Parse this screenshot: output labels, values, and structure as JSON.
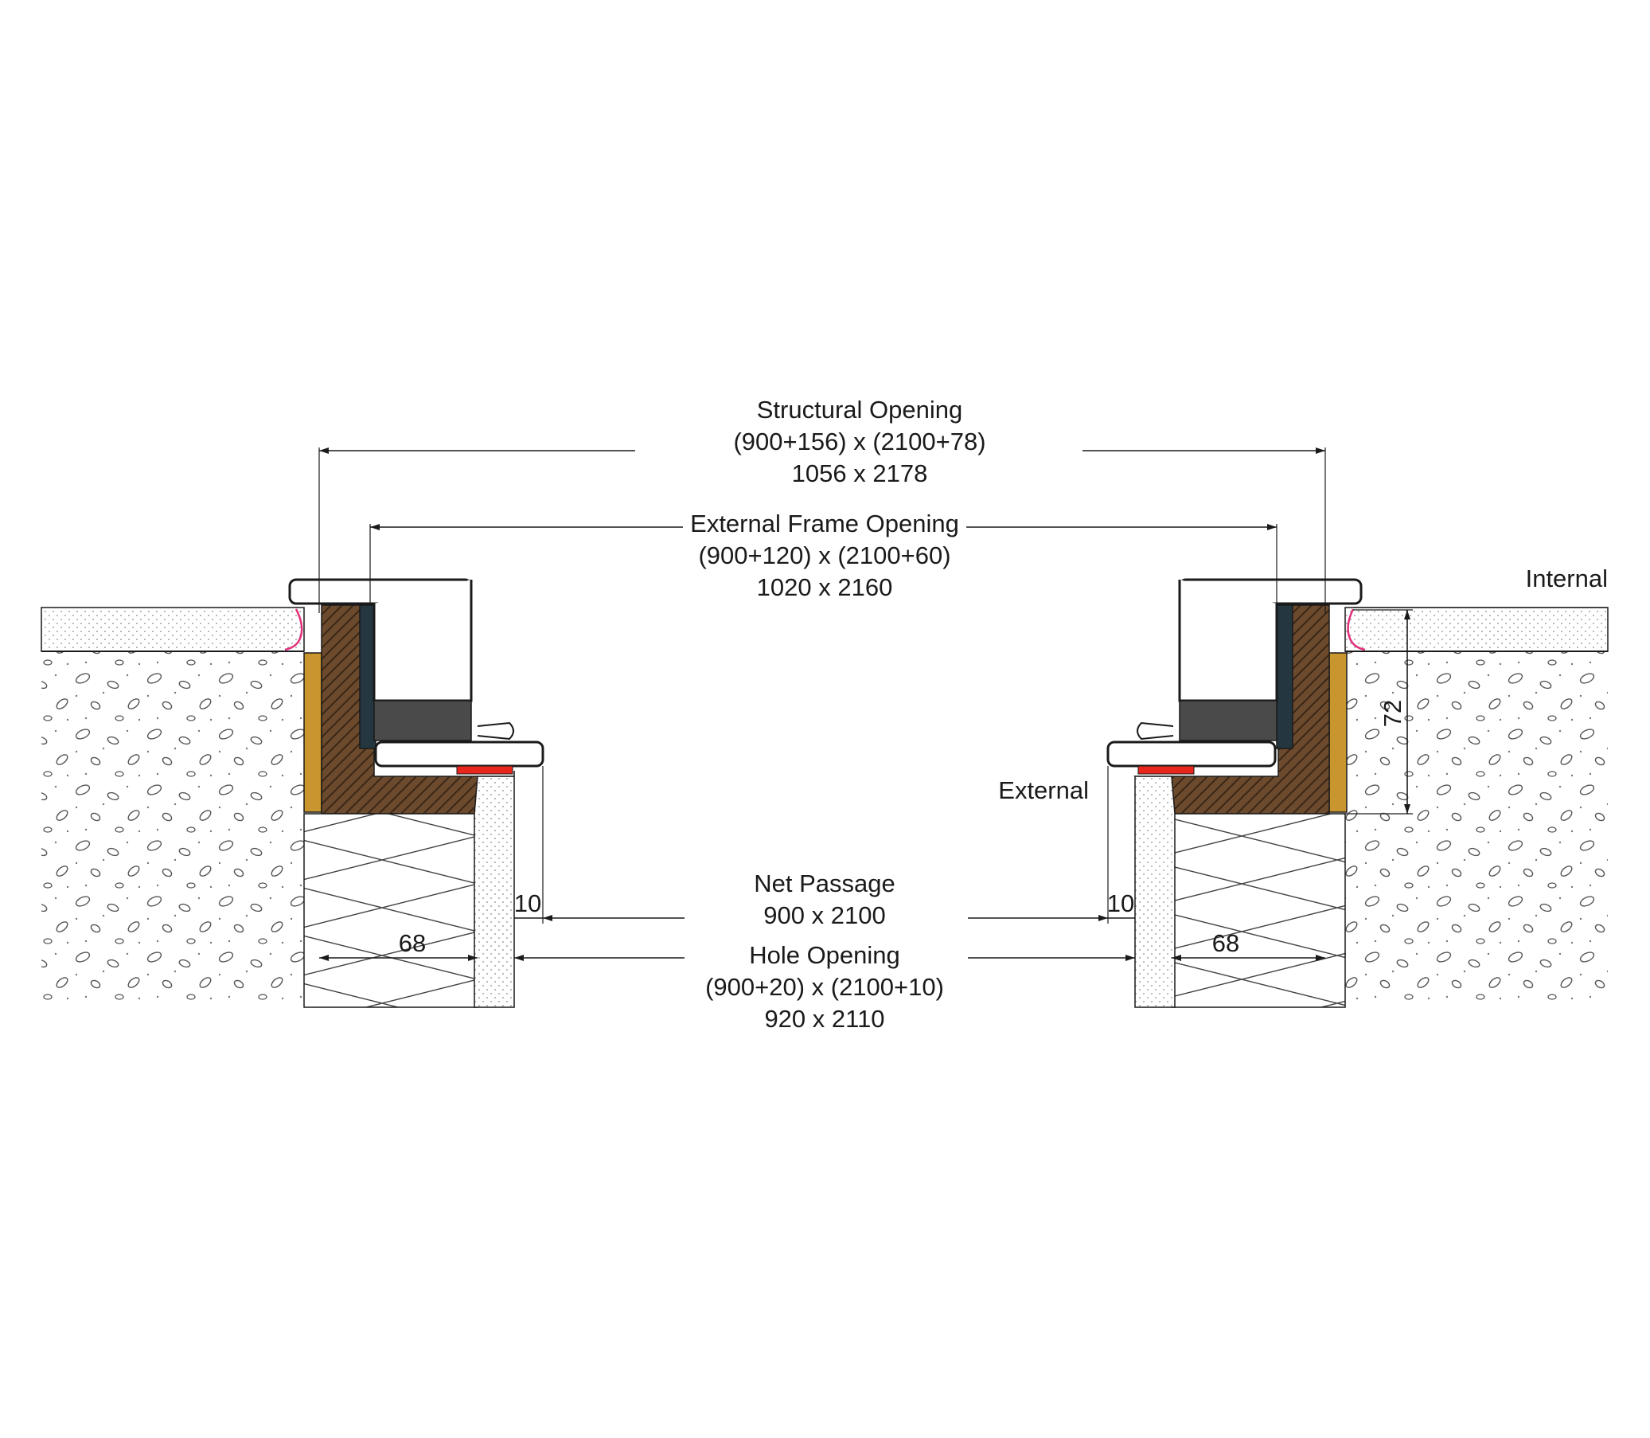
{
  "labels": {
    "structural_title": "Structural Opening",
    "structural_sum": "(900+156) x (2100+78)",
    "structural_total": "1056 x 2178",
    "external_frame_title": "External Frame Opening",
    "external_frame_sum": "(900+120) x (2100+60)",
    "external_frame_total": "1020 x 2160",
    "net_title": "Net Passage",
    "net_total": "900 x 2100",
    "hole_title": "Hole Opening",
    "hole_sum": "(900+20) x (2100+10)",
    "hole_total": "920 x 2110",
    "internal": "Internal",
    "external": "External",
    "dim_68_left": "68",
    "dim_68_right": "68",
    "dim_10_left": "10",
    "dim_10_right": "10",
    "dim_72": "72"
  },
  "colors": {
    "wood": "#6b4a2e",
    "timber_packer": "#c9952e",
    "frame_steel": "#243640",
    "gasket": "#4a4a4a",
    "seal": "#e8261c",
    "sealant": "#e0307a",
    "lining": "#ffffff"
  }
}
